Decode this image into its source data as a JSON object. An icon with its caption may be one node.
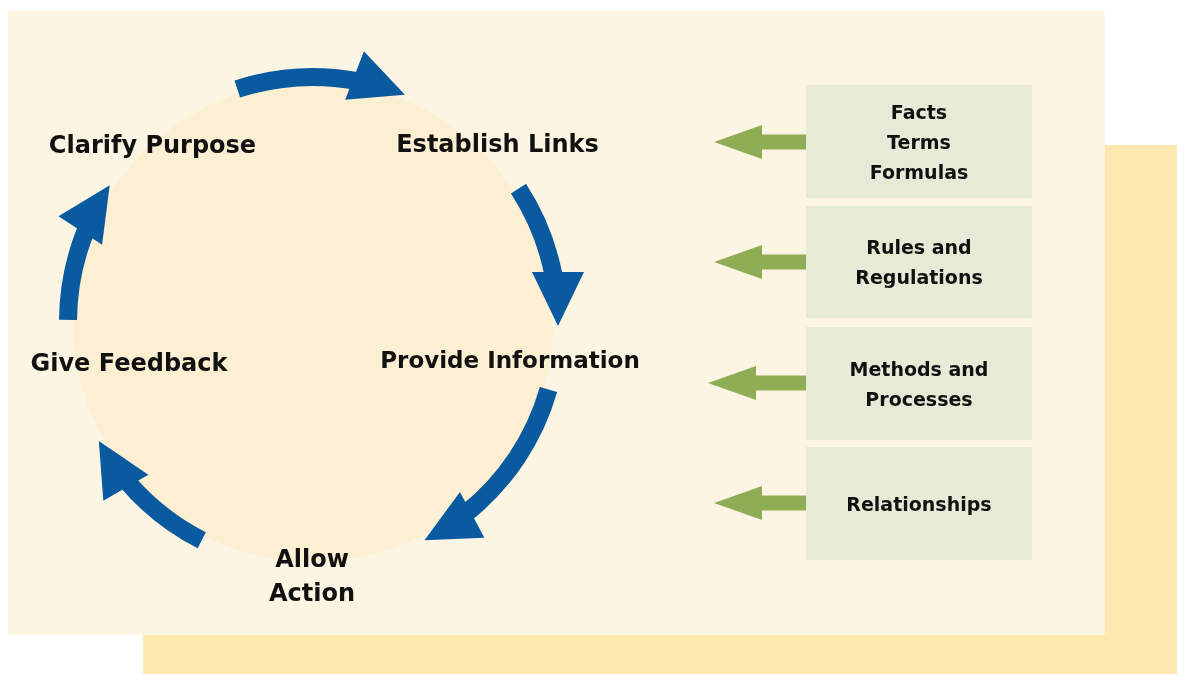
{
  "diagram": {
    "nodes": [
      {
        "text": [
          "Clarify Purpose"
        ]
      },
      {
        "text": [
          "Establish Links"
        ]
      },
      {
        "text": [
          "Provide Information"
        ]
      },
      {
        "text": [
          "Allow Action"
        ]
      },
      {
        "text": [
          "Give Feedback"
        ]
      },
      {
        "text": [
          "Facts",
          "Terms",
          "Formulas"
        ]
      },
      {
        "text": [
          "Rules and Regulations"
        ]
      },
      {
        "text": [
          "Methods and Processes"
        ]
      },
      {
        "text": [
          "Relationships"
        ]
      }
    ],
    "edges": [
      {
        "from": 0,
        "to": 1,
        "arrow": "to"
      },
      {
        "from": 1,
        "to": 2,
        "arrow": "to"
      },
      {
        "from": 2,
        "to": 3,
        "arrow": "to"
      },
      {
        "from": 3,
        "to": 4,
        "arrow": "to"
      },
      {
        "from": 4,
        "to": 0,
        "arrow": "to"
      },
      {
        "from": 5,
        "to": null,
        "arrow": "to",
        "color": "#8fad55"
      },
      {
        "from": 6,
        "to": null,
        "arrow": "to",
        "color": "#8fad55"
      },
      {
        "from": 7,
        "to": 2,
        "arrow": "to",
        "color": "#8fad55"
      },
      {
        "from": 8,
        "to": null,
        "arrow": "to",
        "color": "#8fad55"
      }
    ]
  }
}
